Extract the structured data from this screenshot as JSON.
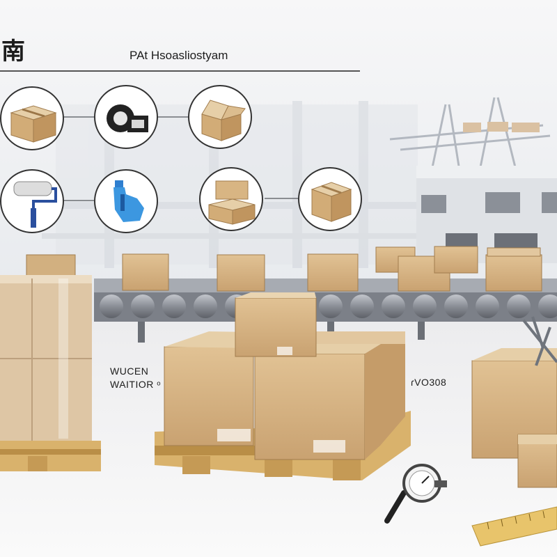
{
  "header": {
    "title": "南",
    "subtitle": "PAt Hsoasliostyam"
  },
  "labels": {
    "left_line1": "WUCEN",
    "left_line2": "WAITIOR ᵒ",
    "right": "ɾVO308"
  },
  "icons": [
    "cardboard-box-icon",
    "packing-tape-icon",
    "open-box-icon",
    "paint-roller-icon",
    "spray-bottle-icon",
    "stacked-boxes-icon",
    "taped-box-icon"
  ],
  "colors": {
    "cardboard": "#d6b385",
    "cardboard_dark": "#b88e5c",
    "pallet_wood": "#d9b26c",
    "conveyor": "#8c8f96",
    "background": "#f3f4f6"
  }
}
